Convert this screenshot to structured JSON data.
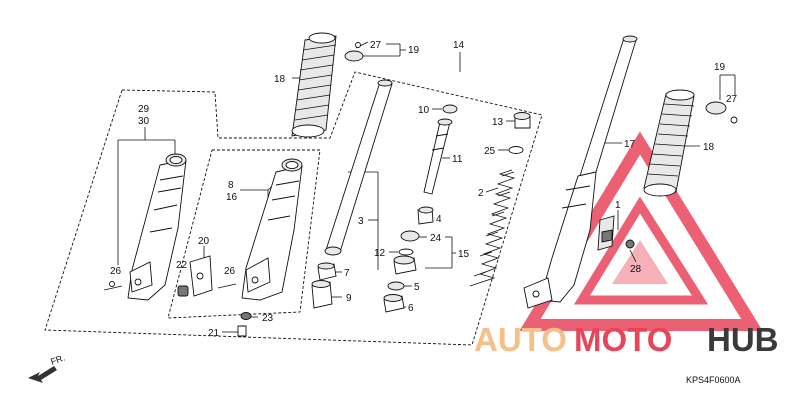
{
  "callouts": {
    "c29": "29",
    "c30": "30",
    "c8": "8",
    "c16": "16",
    "c18a": "18",
    "c27a": "27",
    "c19a": "19",
    "c14": "14",
    "c10": "10",
    "c13": "13",
    "c25": "25",
    "c11": "11",
    "c2": "2",
    "c3": "3",
    "c4": "4",
    "c24": "24",
    "c12": "12",
    "c15": "15",
    "c7": "7",
    "c5": "5",
    "c9": "9",
    "c6": "6",
    "c17": "17",
    "c19b": "19",
    "c27b": "27",
    "c18b": "18",
    "c1": "1",
    "c28": "28",
    "c20": "20",
    "c22": "22",
    "c26a": "26",
    "c26b": "26",
    "c23": "23",
    "c21": "21"
  },
  "front_label": "FR.",
  "diagram_code": "KPS4F0600A",
  "watermark": {
    "part1": "AUTO",
    "part2": "MOTO",
    "part3": "HUB",
    "color1": "#f5c08a",
    "color2": "#e8455a",
    "color3": "#3a3a3a",
    "triangle_color": "#e8455a"
  }
}
